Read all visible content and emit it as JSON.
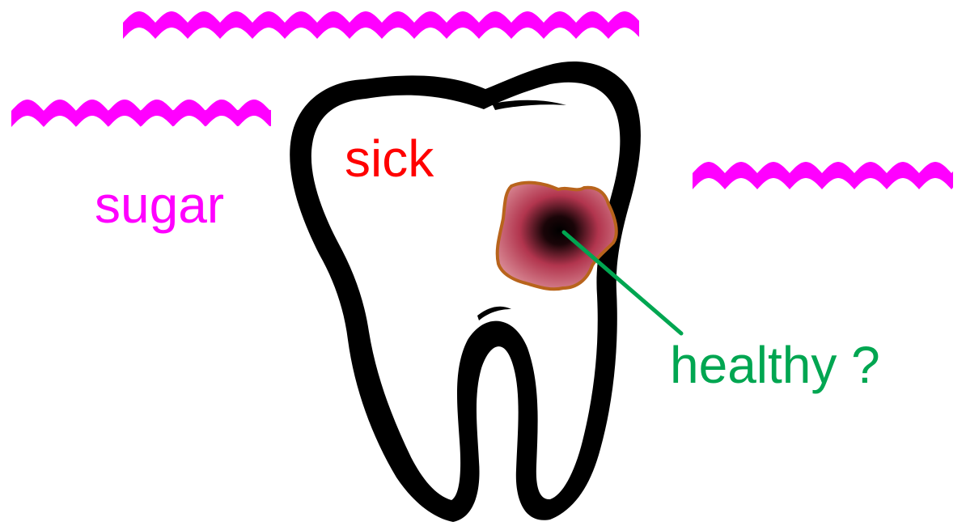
{
  "labels": {
    "sugar": "sugar",
    "sick": "sick",
    "healthy": "healthy ?"
  },
  "colors": {
    "sugar": "#ff00ff",
    "sick": "#ff0000",
    "healthy": "#00a651",
    "wave": "#ff00ff",
    "tooth_outline": "#000000",
    "cavity_border": "#b8641c",
    "cavity_center": "#000000",
    "cavity_mid": "#b2354e",
    "cavity_edge": "#d97a8b"
  },
  "icons": {
    "tooth": "tooth-icon",
    "cavity": "cavity-spot",
    "pointer": "pointer-line",
    "wave": "sugar-wave"
  }
}
